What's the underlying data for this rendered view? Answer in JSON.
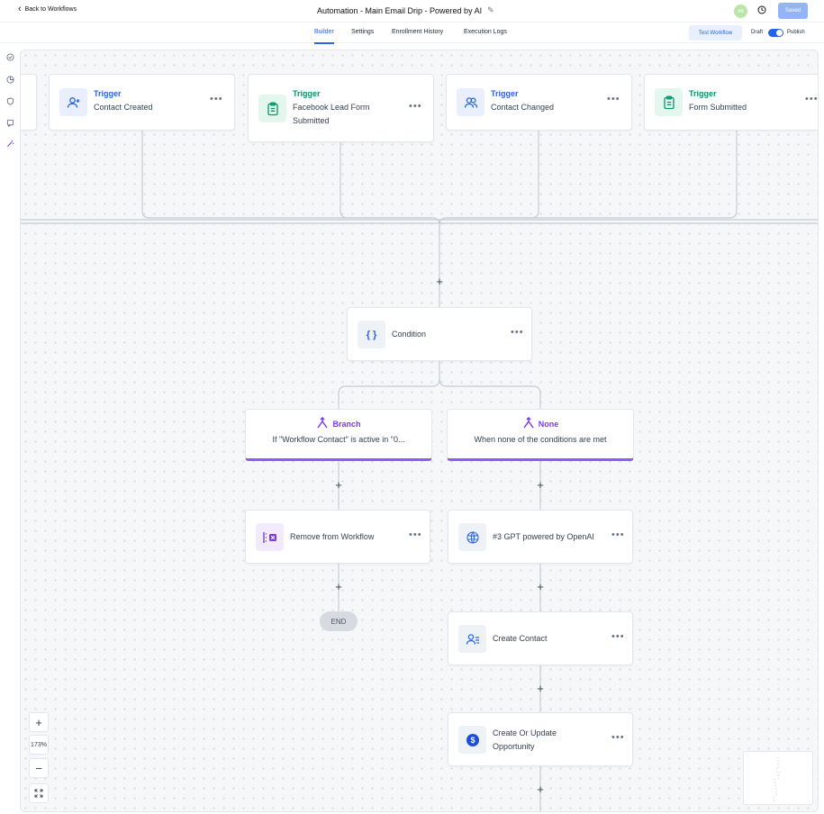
{
  "header": {
    "back_label": "Back to Workflows",
    "title": "Automation - Main Email Drip - Powered by AI",
    "avatar_initials": "AB",
    "saved_label": "Saved"
  },
  "tabs": [
    {
      "label": "Builder",
      "active": true
    },
    {
      "label": "Settings",
      "active": false
    },
    {
      "label": "Enrollment History",
      "active": false
    },
    {
      "label": "Execution Logs",
      "active": false
    }
  ],
  "actions": {
    "test_workflow": "Test Workflow",
    "draft_label": "Draft",
    "publish_label": "Publish",
    "publish_toggle_on": true
  },
  "rail_icons": [
    "check-circle-icon",
    "pie-chart-icon",
    "shield-icon",
    "message-icon",
    "magic-wand-icon"
  ],
  "triggers": [
    {
      "kicker": "Trigger",
      "text": "Contact Created",
      "icon": "user-plus-icon",
      "color": "blue"
    },
    {
      "kicker": "Trigger",
      "text": "Facebook Lead Form Submitted",
      "icon": "clipboard-icon",
      "color": "green"
    },
    {
      "kicker": "Trigger",
      "text": "Contact Changed",
      "icon": "users-icon",
      "color": "blue"
    },
    {
      "kicker": "Trigger",
      "text": "Form Submitted",
      "icon": "clipboard-icon",
      "color": "green"
    }
  ],
  "condition": {
    "label": "Condition",
    "icon_glyph": "{ }"
  },
  "branches": [
    {
      "title": "Branch",
      "text": "If \"Workflow Contact\" is active in \"0..."
    },
    {
      "title": "None",
      "text": "When none of the conditions are met"
    }
  ],
  "actions_list": {
    "remove": "Remove from Workflow",
    "gpt": "#3 GPT powered by OpenAI",
    "create_contact": "Create Contact",
    "create_opportunity": "Create Or Update Opportunity",
    "end": "END"
  },
  "zoom": {
    "level": "173%"
  },
  "colors": {
    "accent": "#2563eb",
    "trigger_green": "#059669",
    "branch_purple": "#7c3aed",
    "saved": "#93b4f7"
  }
}
